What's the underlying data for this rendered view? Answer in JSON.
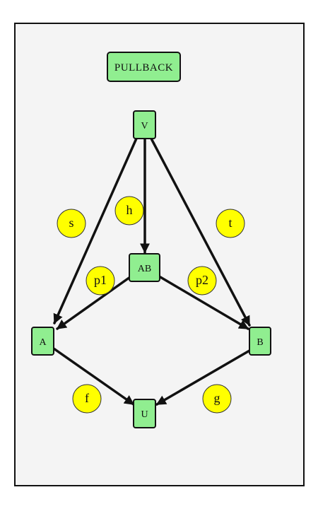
{
  "colors": {
    "page_background": "#ffffff",
    "frame_background": "#f4f4f4",
    "frame_border": "#111111",
    "node_fill": "#90ee90",
    "label_fill": "#ffff00",
    "edge_color": "#111111"
  },
  "diagram": {
    "title": "PULLBACK",
    "nodes": {
      "V": "V",
      "AB": "AB",
      "A": "A",
      "B": "B",
      "U": "U"
    },
    "edges": [
      {
        "from": "V",
        "to": "A",
        "label": "s"
      },
      {
        "from": "V",
        "to": "AB",
        "label": "h"
      },
      {
        "from": "V",
        "to": "B",
        "label": "t"
      },
      {
        "from": "AB",
        "to": "A",
        "label": "p1"
      },
      {
        "from": "AB",
        "to": "B",
        "label": "p2"
      },
      {
        "from": "A",
        "to": "U",
        "label": "f"
      },
      {
        "from": "B",
        "to": "U",
        "label": "g"
      }
    ]
  }
}
